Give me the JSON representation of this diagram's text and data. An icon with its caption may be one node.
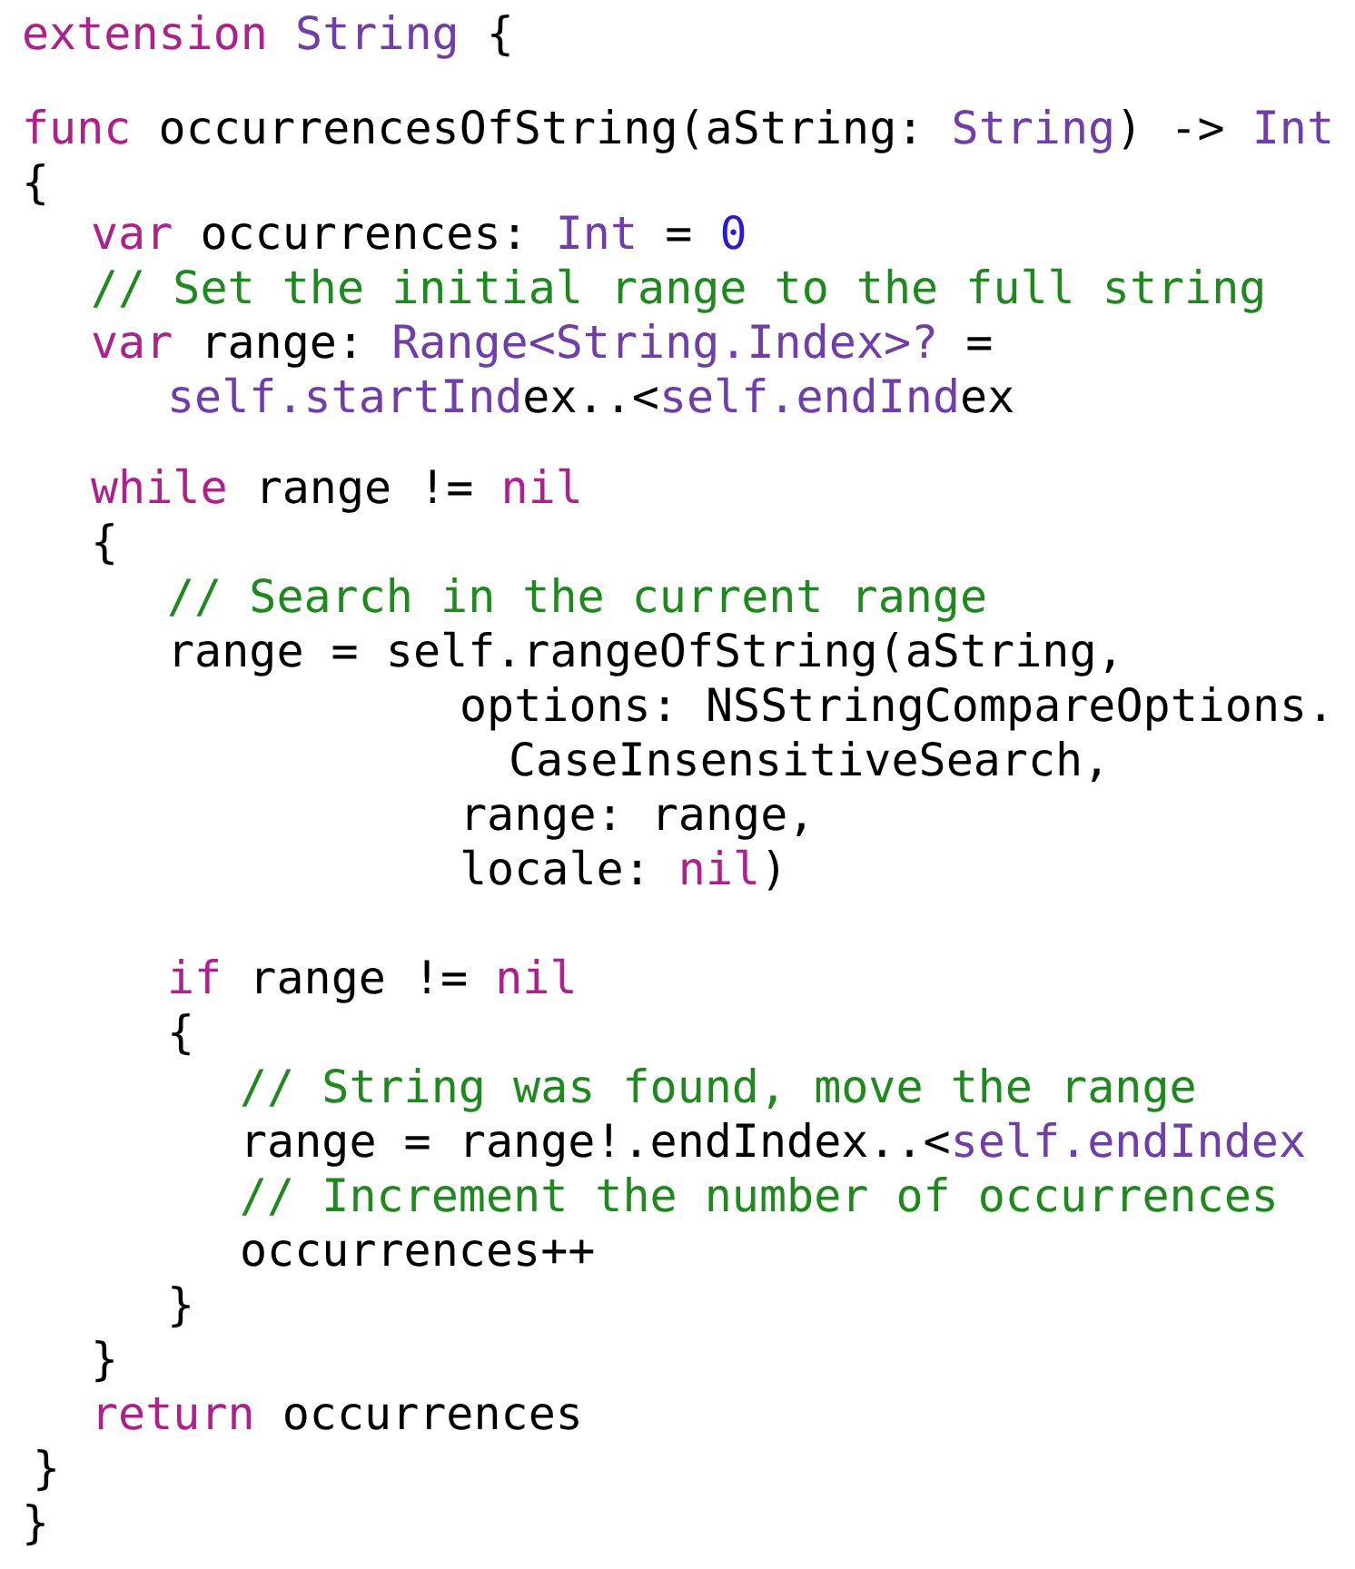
{
  "diagram": {
    "labels": [
      "extension String {",
      "func occurrencesOfString(aString: String) -> Int",
      "{",
      "var occurrences: Int = 0",
      "// Set the initial range to the full string",
      "var range: Range<String.Index>? =",
      "self.startIndex..<self.endIndex",
      "while range != nil",
      "{",
      "// Search in the current range",
      "range = self.rangeOfString(aString,",
      "options: NSStringCompareOptions.",
      "CaseInsensitiveSearch,",
      "range: range,",
      "locale: nil)",
      "if range != nil",
      "{",
      "// String was found, move the range",
      "range = range!.endIndex..<self.endIndex",
      "// Increment the number of occurrences",
      "occurrences++",
      "}",
      "}",
      "return occurrences",
      "}",
      "}"
    ]
  }
}
